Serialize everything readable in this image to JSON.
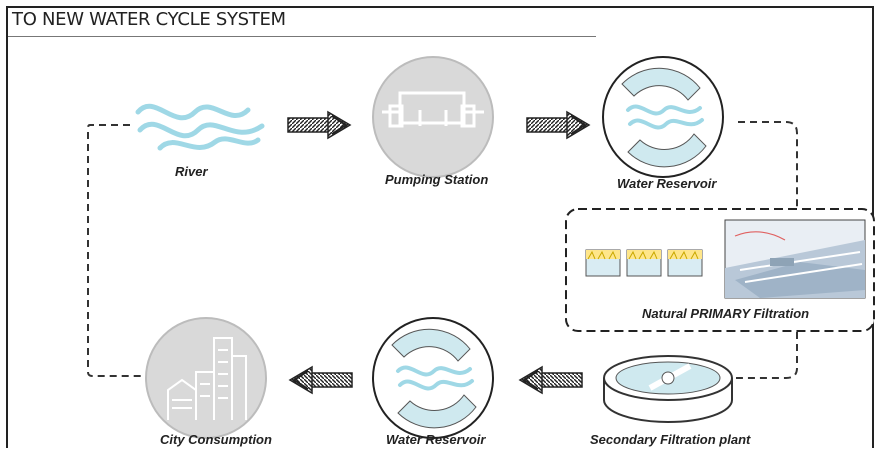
{
  "title": "TO NEW WATER CYCLE SYSTEM",
  "nodes": {
    "river": "River",
    "pumping_station": "Pumping Station",
    "water_reservoir_top": "Water Reservoir",
    "natural_filtration": "Natural PRIMARY Filtration",
    "secondary_filtration": "Secondary Filtration plant",
    "water_reservoir_bottom": "Water Reservoir",
    "city_consumption": "City Consumption"
  },
  "icons": [
    "river-waves-icon",
    "pumping-station-icon",
    "water-reservoir-icon",
    "filtration-basin-icon",
    "wetland-render-image",
    "filtration-plant-icon",
    "city-buildings-icon",
    "flow-arrow-icon"
  ],
  "colors": {
    "water": "#9fd8e6",
    "circle_fill": "#d9d9d9",
    "line": "#333333"
  }
}
